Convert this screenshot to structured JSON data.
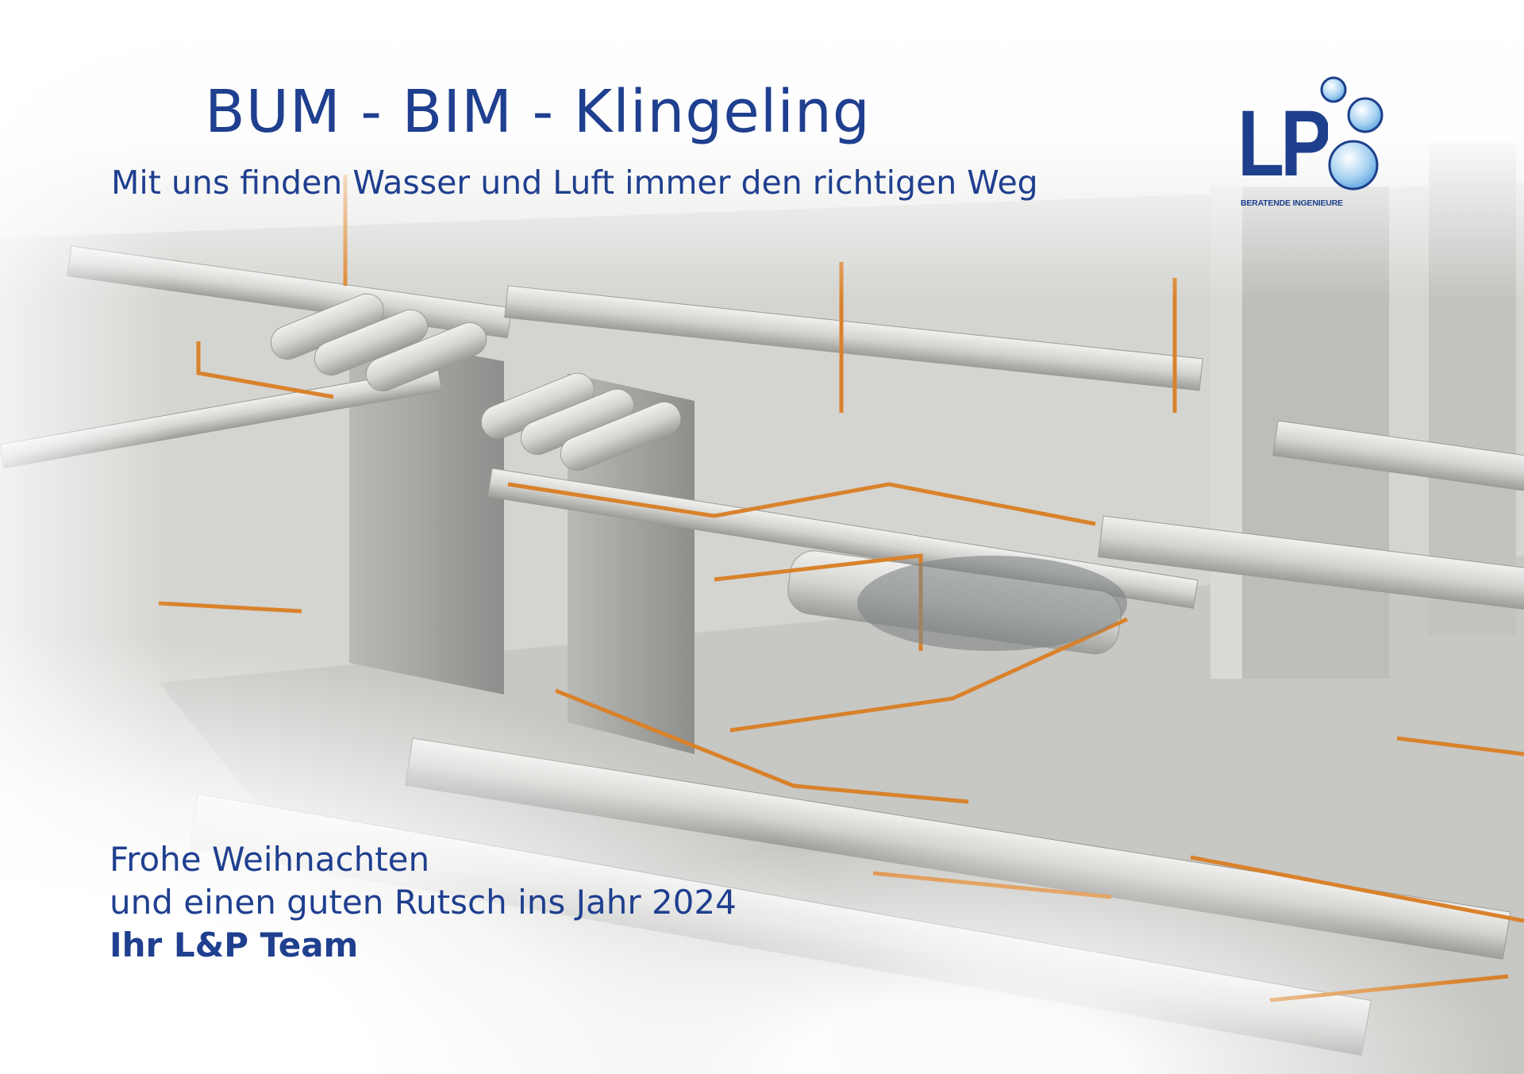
{
  "card": {
    "title": "BUM - BIM - Klingeling",
    "subtitle": "Mit uns finden Wasser und Luft immer den richtigen Weg",
    "greeting_line1": "Frohe Weihnachten",
    "greeting_line2": "und einen guten Rutsch ins Jahr 2024",
    "signature": "Ihr L&P Team"
  },
  "logo": {
    "letters": "LP",
    "tagline": "BERATENDE INGENIEURE"
  },
  "colors": {
    "text": "#1f3f8f",
    "logo": "#1d3f8c",
    "pipe_orange": "#d9822b",
    "duct_gray": "#c9c9c6"
  }
}
